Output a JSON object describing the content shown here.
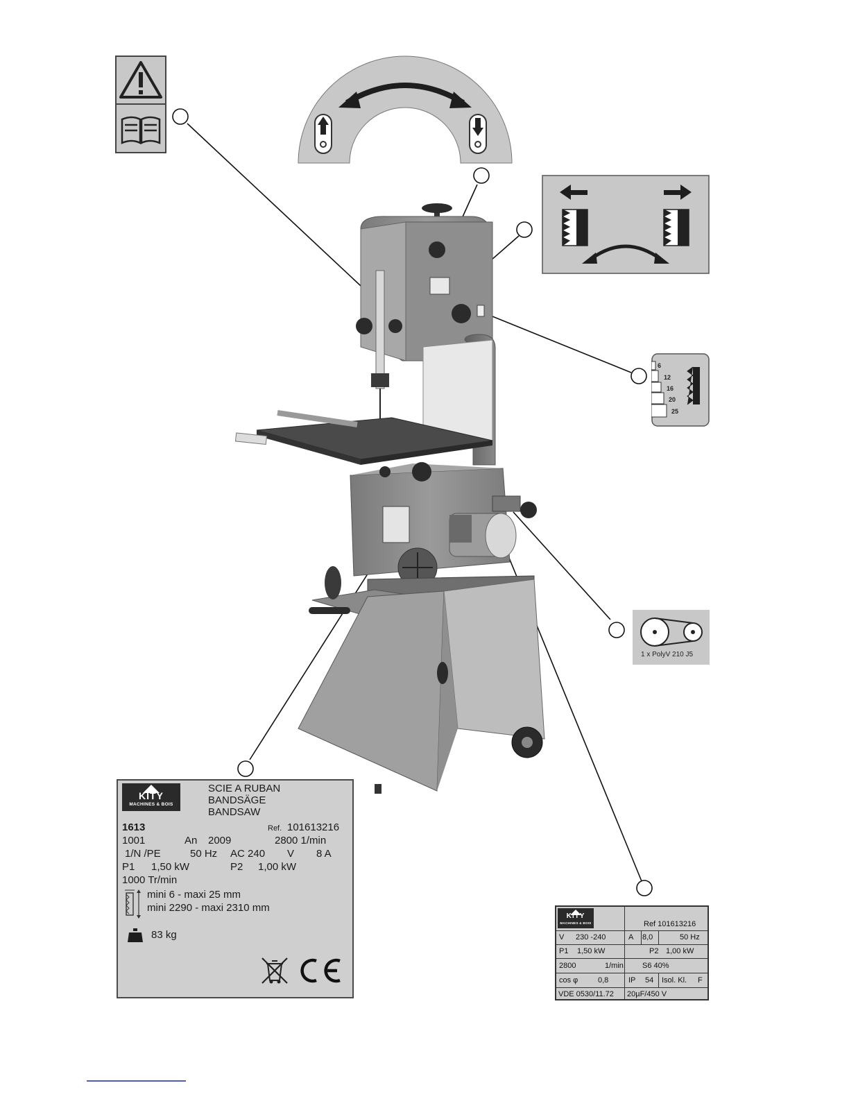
{
  "nameplate": {
    "brand": "KITY",
    "brand_sub": "MACHINES & BOIS",
    "title_fr": "SCIE A RUBAN",
    "title_de": "BANDSÄGE",
    "title_en": "BANDSAW",
    "model": "1613",
    "ref_label": "Ref.",
    "ref_value": "101613216",
    "serial": "1001",
    "year_label": "An",
    "year": "2009",
    "rpm": "2800  1/min",
    "phase": "1/N /PE",
    "hz": "50  Hz",
    "ac": "AC  240",
    "volt_unit": "V",
    "amp": "8  A",
    "p1_label": "P1",
    "p1_value": "1,50  kW",
    "p2_label": "P2",
    "p2_value": "1,00  kW",
    "speed": "1000 Tr/min",
    "blade_width": "mini 6 - maxi 25 mm",
    "blade_length": "mini 2290 - maxi 2310 mm",
    "weight": "83 kg"
  },
  "blade_widths": [
    "6",
    "12",
    "16",
    "20",
    "25"
  ],
  "belt_caption": "1 x PolyV 210 J5",
  "motorplate": {
    "brand": "KITY",
    "brand_sub": "MACHINES & BOIS",
    "ref": "Ref  101613216",
    "v_label": "V",
    "v_value": "230 -240",
    "a_label": "A",
    "a_value": "8,0",
    "hz": "50  Hz",
    "p1_label": "P1",
    "p1_value": "1,50  kW",
    "p2_label": "P2",
    "p2_value": "1,00   kW",
    "rpm": "2800",
    "rpm_unit": "1/min",
    "duty": "S6 40%",
    "cos_label": "cos φ",
    "cos_value": "0,8",
    "ip_label": "IP",
    "ip_value": "54",
    "isol_label": "Isol. Kl.",
    "isol_value": "F",
    "vde": "VDE 0530/11.72",
    "cap": "20µF/450 V"
  },
  "colors": {
    "panel_grey": "#c8c8c8",
    "machine_grey": "#8d8d8d",
    "dark": "#2a2a2a"
  }
}
